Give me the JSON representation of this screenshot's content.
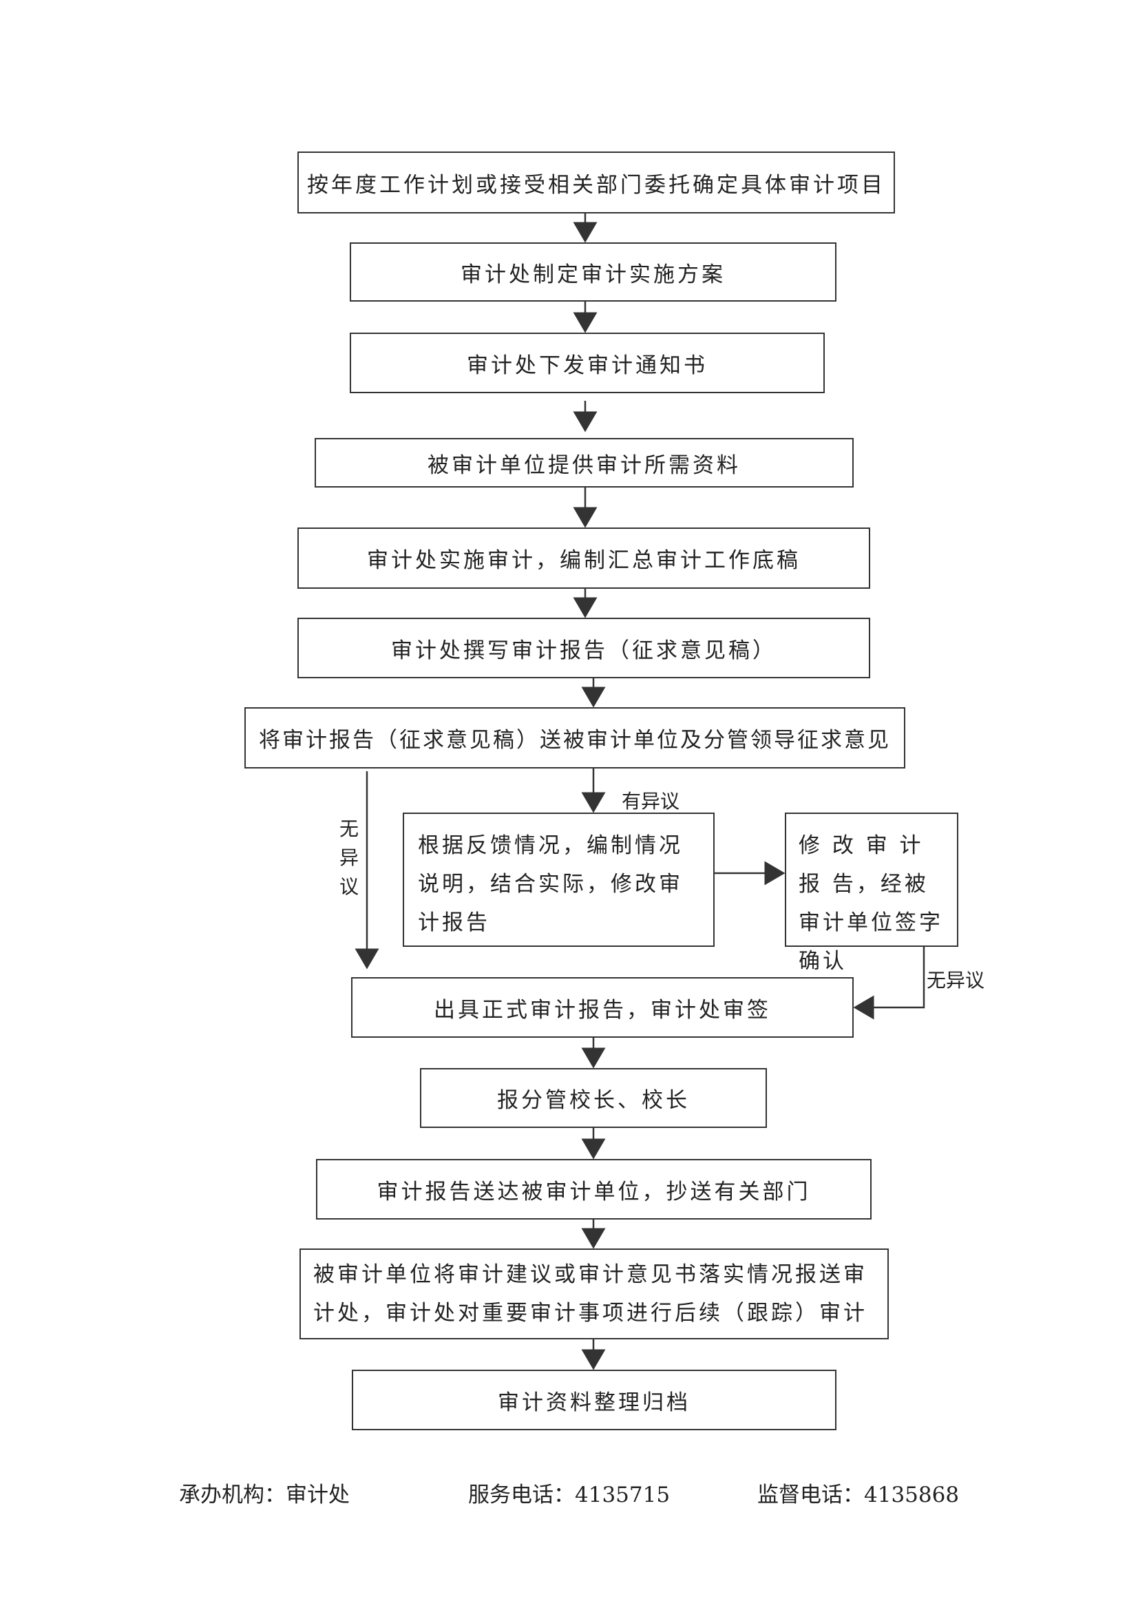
{
  "steps": [
    "按年度工作计划或接受相关部门委托确定具体审计项目",
    "审计处制定审计实施方案",
    "审计处下发审计通知书",
    "被审计单位提供审计所需资料",
    "审计处实施审计，编制汇总审计工作底稿",
    "审计处撰写审计报告（征求意见稿）",
    "将审计报告（征求意见稿）送被审计单位及分管领导征求意见",
    "根据反馈情况，编制情况说明，结合实际，修改审计报告",
    "修 改 审 计 报 告，经被审计单位签字确认",
    "出具正式审计报告，审计处审签",
    "报分管校长、校长",
    "审计报告送达被审计单位，抄送有关部门",
    "被审计单位将审计建议或审计意见书落实情况报送审计处，审计处对重要审计事项进行后续（跟踪）审计",
    "审计资料整理归档"
  ],
  "labels": {
    "has_objection": "有异议",
    "no_objection_left": "无异议",
    "no_objection_right": "无异议"
  },
  "footer": {
    "org": "承办机构：审计处",
    "service_phone": "服务电话：4135715",
    "supervise_phone": "监督电话：4135868"
  }
}
